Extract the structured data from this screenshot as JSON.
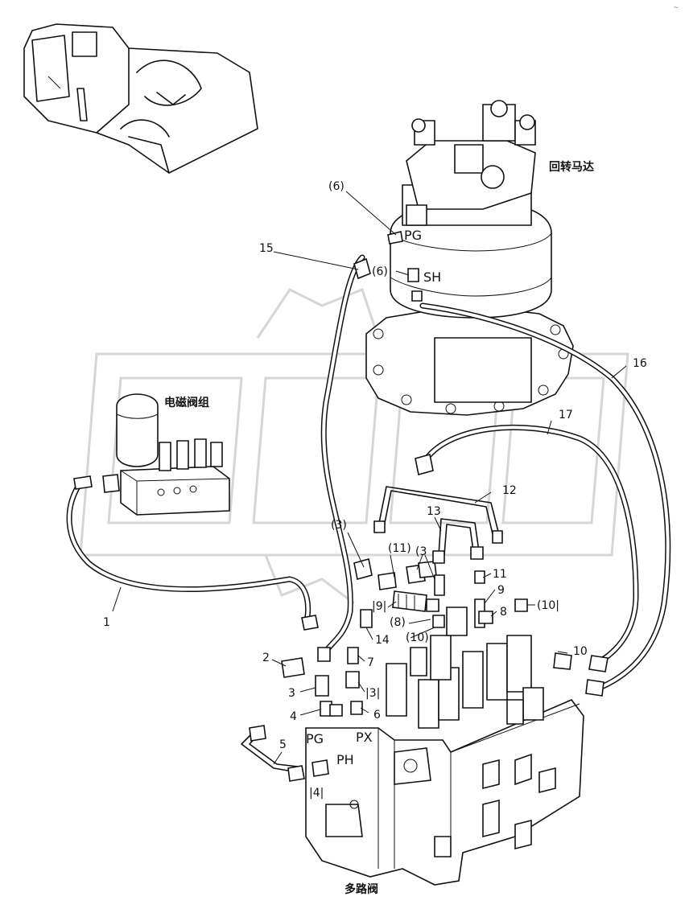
{
  "labels": {
    "swing_motor": "回转马达",
    "solenoid_group": "电磁阀组",
    "multi_valve": "多路阀",
    "port_pg_top": "PG",
    "port_sh": "SH",
    "port_pg_bottom": "PG",
    "port_px": "PX",
    "port_ph": "PH",
    "corner_mark": "~"
  },
  "callouts": [
    {
      "id": "c1",
      "text": "1"
    },
    {
      "id": "c2",
      "text": "2"
    },
    {
      "id": "c3",
      "text": "3"
    },
    {
      "id": "c4",
      "text": "4"
    },
    {
      "id": "c5",
      "text": "5"
    },
    {
      "id": "c6",
      "text": "6"
    },
    {
      "id": "c7",
      "text": "7"
    },
    {
      "id": "c8",
      "text": "8"
    },
    {
      "id": "c9",
      "text": "9"
    },
    {
      "id": "c10",
      "text": "10"
    },
    {
      "id": "c11",
      "text": "11"
    },
    {
      "id": "c12",
      "text": "12"
    },
    {
      "id": "c13",
      "text": "13"
    },
    {
      "id": "c14",
      "text": "14"
    },
    {
      "id": "c15",
      "text": "15"
    },
    {
      "id": "c16",
      "text": "16"
    },
    {
      "id": "c17",
      "text": "17"
    },
    {
      "id": "p6a",
      "text": "(6)"
    },
    {
      "id": "p6b",
      "text": "(6)"
    },
    {
      "id": "p3a",
      "text": "(3)"
    },
    {
      "id": "p3b",
      "text": "(3"
    },
    {
      "id": "p11",
      "text": "(11)"
    },
    {
      "id": "p9",
      "text": "|9|"
    },
    {
      "id": "p8",
      "text": "(8)"
    },
    {
      "id": "p10a",
      "text": "(10)"
    },
    {
      "id": "p10b",
      "text": "(10|"
    },
    {
      "id": "p3c",
      "text": "|3|"
    },
    {
      "id": "p4",
      "text": "|4|"
    }
  ]
}
